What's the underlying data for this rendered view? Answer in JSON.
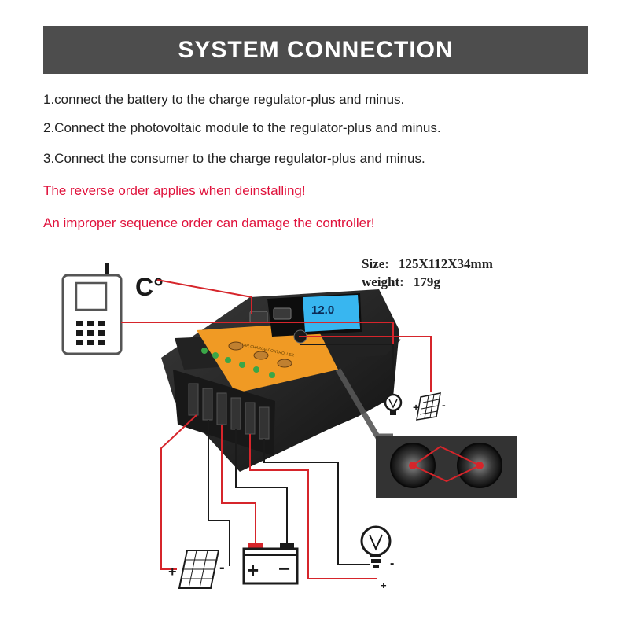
{
  "header": {
    "title": "SYSTEM CONNECTION"
  },
  "steps": [
    "1.connect the battery to the charge regulator-plus and minus.",
    "2.Connect the photovoltaic module to the regulator-plus and minus.",
    "3.Connect the consumer to the charge regulator-plus and minus."
  ],
  "warnings": [
    "The reverse order applies when deinstalling!",
    "An improper sequence order can damage the controller!"
  ],
  "specs": {
    "size_label": "Size:",
    "size_value": "125X112X34mm",
    "weight_label": "weight:",
    "weight_value": "179g"
  },
  "diagram": {
    "temperature_symbol": "C°",
    "lcd_reading": "12.0",
    "panel_text": "SOLAR CHARGE CONTROLLER",
    "pv_minus": "-",
    "pv_plus": "+",
    "battery_plus": "+",
    "battery_minus": "−",
    "load_minus": "-",
    "load_plus": "+",
    "small_pv_plus": "+",
    "small_pv_minus": "-",
    "colors": {
      "wire_red": "#d6252b",
      "wire_black": "#1a1a1a",
      "panel_orange": "#f09a24",
      "lcd_blue": "#38b6f0"
    }
  }
}
